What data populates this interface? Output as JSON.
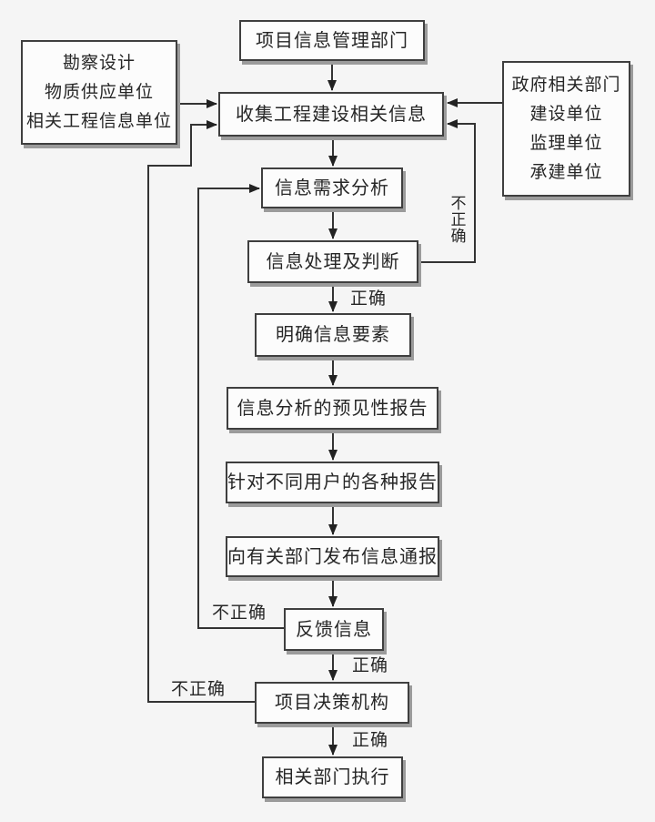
{
  "diagram": {
    "title_hint": "项目信息管理流程图",
    "colors": {
      "background": "#f5f5f5",
      "node_fill": "#fcfcfc",
      "node_border": "#3f3f3f",
      "connector": "#333333",
      "text": "#262626",
      "shadow": "#9b9b9b"
    },
    "nodes": {
      "top": {
        "label": "项目信息管理部门"
      },
      "left_sources": {
        "lines": [
          "勘察设计",
          "物质供应单位",
          "相关工程信息单位"
        ]
      },
      "right_sources": {
        "lines": [
          "政府相关部门",
          "建设单位",
          "监理单位",
          "承建单位"
        ]
      },
      "collect": {
        "label": "收集工程建设相关信息"
      },
      "demand": {
        "label": "信息需求分析"
      },
      "process": {
        "label": "信息处理及判断"
      },
      "clarify": {
        "label": "明确信息要素"
      },
      "foresight_report": {
        "label": "信息分析的预见性报告"
      },
      "user_reports": {
        "label": "针对不同用户的各种报告"
      },
      "notify": {
        "label": "向有关部门发布信息通报"
      },
      "feedback": {
        "label": "反馈信息"
      },
      "decision": {
        "label": "项目决策机构"
      },
      "execute": {
        "label": "相关部门执行"
      }
    },
    "edge_labels": {
      "correct": "正确",
      "incorrect": "不正确"
    }
  }
}
